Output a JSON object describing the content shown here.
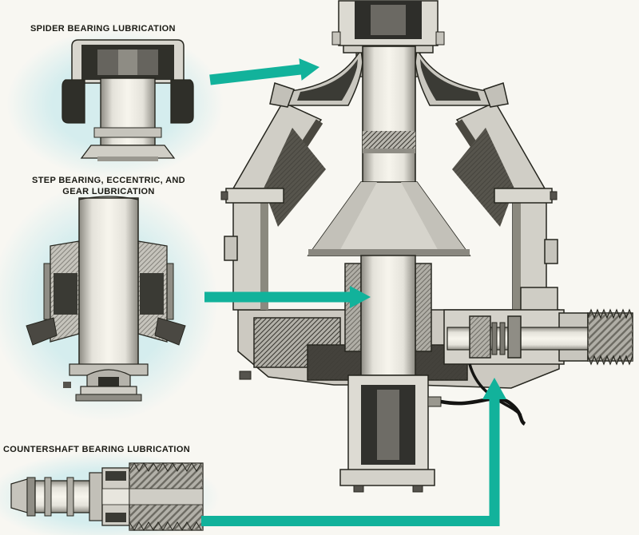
{
  "page": {
    "background": "#f8f7f2",
    "ink_color": "#1a1a14",
    "arrow_color": "#12b29b",
    "highlight_color": "#d5edee"
  },
  "callouts": [
    {
      "id": "spider-bearing",
      "label": "SPIDER BEARING LUBRICATION",
      "illustration": "spider-bearing-section-detail"
    },
    {
      "id": "step-bearing-eccentric-gear",
      "label_lines": [
        "STEP BEARING, ECCENTRIC, AND",
        "GEAR LUBRICATION"
      ],
      "illustration": "step-bearing-eccentric-gear-section-detail"
    },
    {
      "id": "countershaft-bearing",
      "label": "COUNTERSHAFT BEARING LUBRICATION",
      "illustration": "countershaft-section-detail"
    }
  ],
  "main_illustration": "cone-crusher-cross-section"
}
